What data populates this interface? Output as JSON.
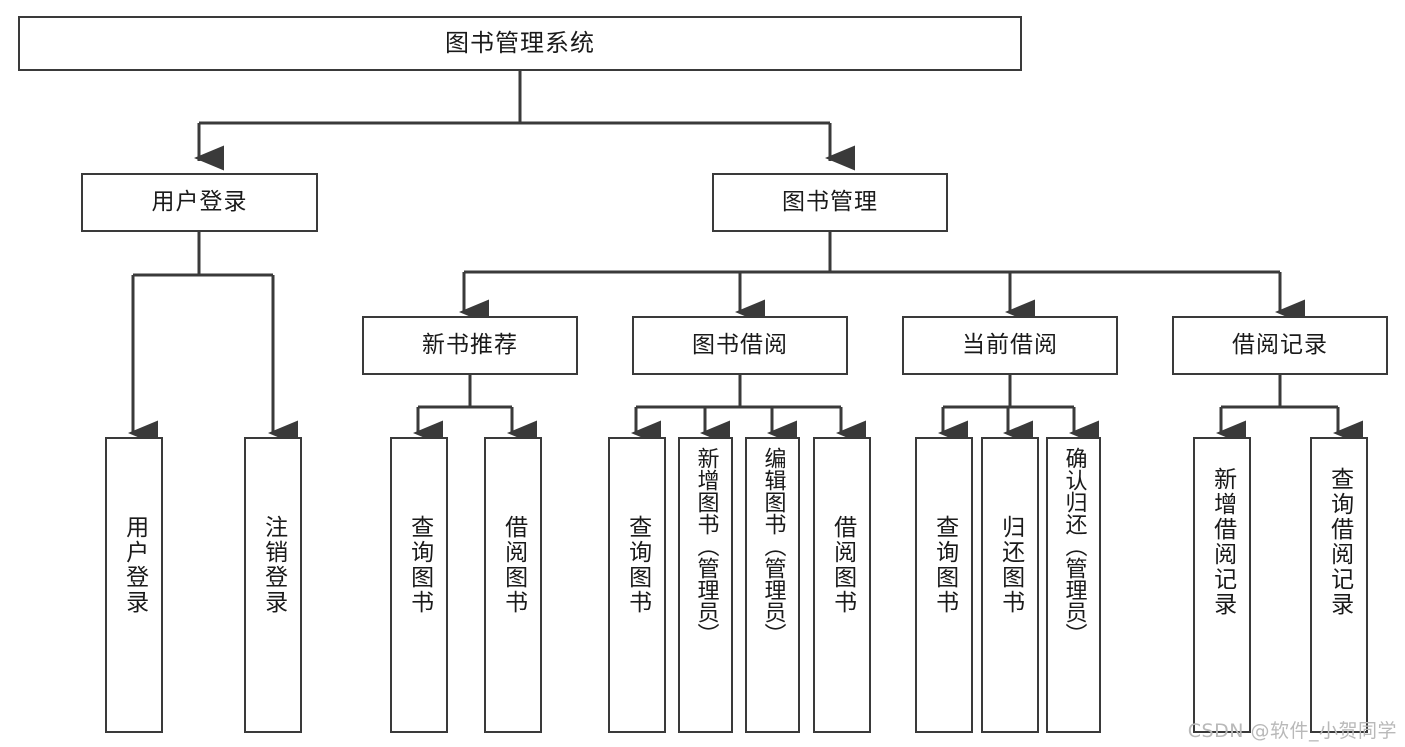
{
  "diagram": {
    "title": "图书管理系统",
    "type": "tree-hierarchy-chart",
    "root": {
      "label": "图书管理系统"
    },
    "level2": [
      {
        "label": "用户登录"
      },
      {
        "label": "图书管理"
      }
    ],
    "level3": [
      {
        "label": "新书推荐"
      },
      {
        "label": "图书借阅"
      },
      {
        "label": "当前借阅"
      },
      {
        "label": "借阅记录"
      }
    ],
    "leaves": {
      "user_login": [
        {
          "label": "用户登录"
        },
        {
          "label": "注销登录"
        }
      ],
      "new_book_recommend": [
        {
          "label": "查询图书"
        },
        {
          "label": "借阅图书"
        }
      ],
      "book_borrow": [
        {
          "label": "查询图书"
        },
        {
          "label": "新增图书（管理员）"
        },
        {
          "label": "编辑图书（管理员）"
        },
        {
          "label": "借阅图书"
        }
      ],
      "current_borrow": [
        {
          "label": "查询图书"
        },
        {
          "label": "归还图书"
        },
        {
          "label": "确认归还（管理员）"
        }
      ],
      "borrow_record": [
        {
          "label": "新增借阅记录"
        },
        {
          "label": "查询借阅记录"
        }
      ]
    }
  },
  "watermark": {
    "text": "CSDN @软件_小贺同学"
  },
  "colors": {
    "border": "#3a3a3a",
    "text": "#1a1a1a",
    "background": "#ffffff",
    "watermark": "#b9b9b9"
  }
}
